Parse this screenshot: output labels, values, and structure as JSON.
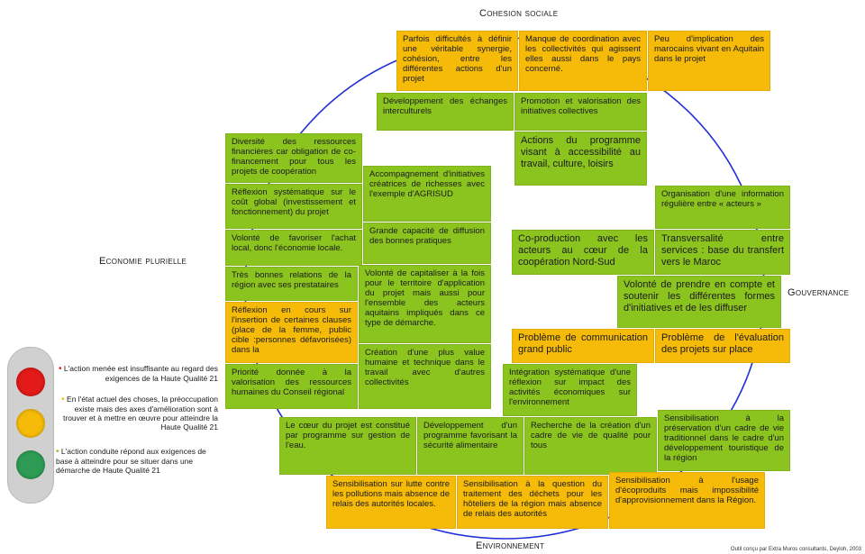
{
  "axes": {
    "top": "Cohesion sociale",
    "left": "Economie plurielle",
    "right": "Gouvernance",
    "bottom": "Environnement"
  },
  "colors": {
    "green": "#8cc41f",
    "orange": "#f5bb08",
    "red": "#e21a1a",
    "yellow": "#f5bb08",
    "lamp_green": "#2e9b54",
    "ring": "#1f2fd6"
  },
  "boxes": {
    "b1": "Parfois difficultés à définir une véritable synergie, cohésion, entre les différentes actions d'un projet",
    "b2": "Manque de coordination avec les collectivités qui agissent elles aussi dans le pays concerné.",
    "b3": "Peu d'implication des marocains vivant en Aquitain dans le projet",
    "b4": "Développement des échanges interculturels",
    "b5": "Promotion et valorisation des initiatives collectives",
    "b6": "Actions du programme visant à accessibilité au travail, culture, loisirs",
    "b7": "Diversité des ressources financières car obligation de co-financement pour tous les projets de coopération",
    "b8": "Accompagnement d'initiatives créatrices de richesses avec l'exemple d'AGRISUD",
    "b9": "Réflexion systématique sur le coût global (investissement et fonctionnement) du projet",
    "b10": "Grande capacité de diffusion des bonnes pratiques",
    "b11": "Volonté de favoriser l'achat local, donc l'économie locale.",
    "b12": "Très bonnes relations de la région avec ses prestataires",
    "b13": "Volonté de capitaliser à la fois pour le territoire d'application du projet mais aussi pour l'ensemble des acteurs aquitains impliqués dans ce type de démarche.",
    "b14": "Réflexion en cours sur l'insertion de certaines clauses (place de la femme, public cible :personnes défavorisées) dans la",
    "b15": "Création d'une plus value humaine et technique dans le travail avec d'autres collectivités",
    "b16": "Priorité donnée à la valorisation des ressources humaines du Conseil régional",
    "b17": "Organisation d'une information régulière entre « acteurs »",
    "b18": "Co-production avec les acteurs au cœur de la coopération Nord-Sud",
    "b19": "Transversalité entre services : base du transfert vers le Maroc",
    "b20": "Volonté de prendre en compte et soutenir les différentes formes d'initiatives et de les diffuser",
    "b21": "Problème de communication grand public",
    "b22": "Problème de l'évaluation des projets sur place",
    "b23": "Intégration systématique d'une réflexion sur impact des activités économiques sur l'environnement",
    "b24": "Sensibilisation à la préservation d'un cadre de vie traditionnel dans le cadre d'un développement touristique de la région",
    "b25": "Le cœur du projet est constitué par programme sur gestion de l'eau.",
    "b26": "Développement d'un programme favorisant la sécurité alimentaire",
    "b27": "Recherche de la création d'un cadre de vie de qualité pour tous",
    "b28": "Sensibilisation sur lutte contre les pollutions mais absence de relais des autorités locales.",
    "b29": "Sensibilisation à la question du traitement des déchets pour les hôteliers de la région mais absence de relais des autorités",
    "b30": "Sensibilisation à l'usage d'écoproduits mais impossibilité d'approvisionnement dans la Région."
  },
  "legend": {
    "red_text": "L'action menée est insuffisante au regard des exigences de la Haute Qualité 21",
    "yellow_text": "En l'état actuel des choses, la préoccupation existe mais des axes d'amélioration sont à trouver et à mettre en œuvre pour atteindre la Haute Qualité 21",
    "green_text": "L'action conduite répond aux exigences de base à atteindre pour se situer dans une démarche de Haute Qualité 21"
  },
  "credit": "Outil conçu par Extra Muros consultants, Deyloh, 2003"
}
